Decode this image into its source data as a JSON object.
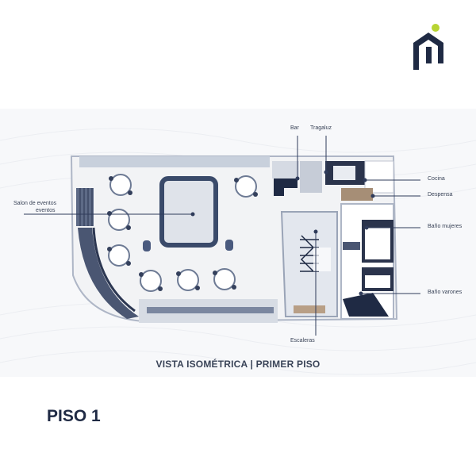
{
  "plan": {
    "labels": {
      "bar": "Bar",
      "tragaluz": "Tragaluz",
      "cocina": "Cocina",
      "despensa": "Despensa",
      "bano_mujeres": "Baño mujeres",
      "bano_varones": "Baño varones",
      "escaleras": "Escaleras",
      "salon_line1": "Salon de eventos",
      "salon_line2": "eventos"
    },
    "caption": "VISTA ISOMÉTRICA | PRIMER PISO"
  },
  "floor_title": "PISO 1",
  "colors": {
    "navy": "#1f2a44",
    "accent": "#b7d433",
    "label": "#3a4458"
  }
}
